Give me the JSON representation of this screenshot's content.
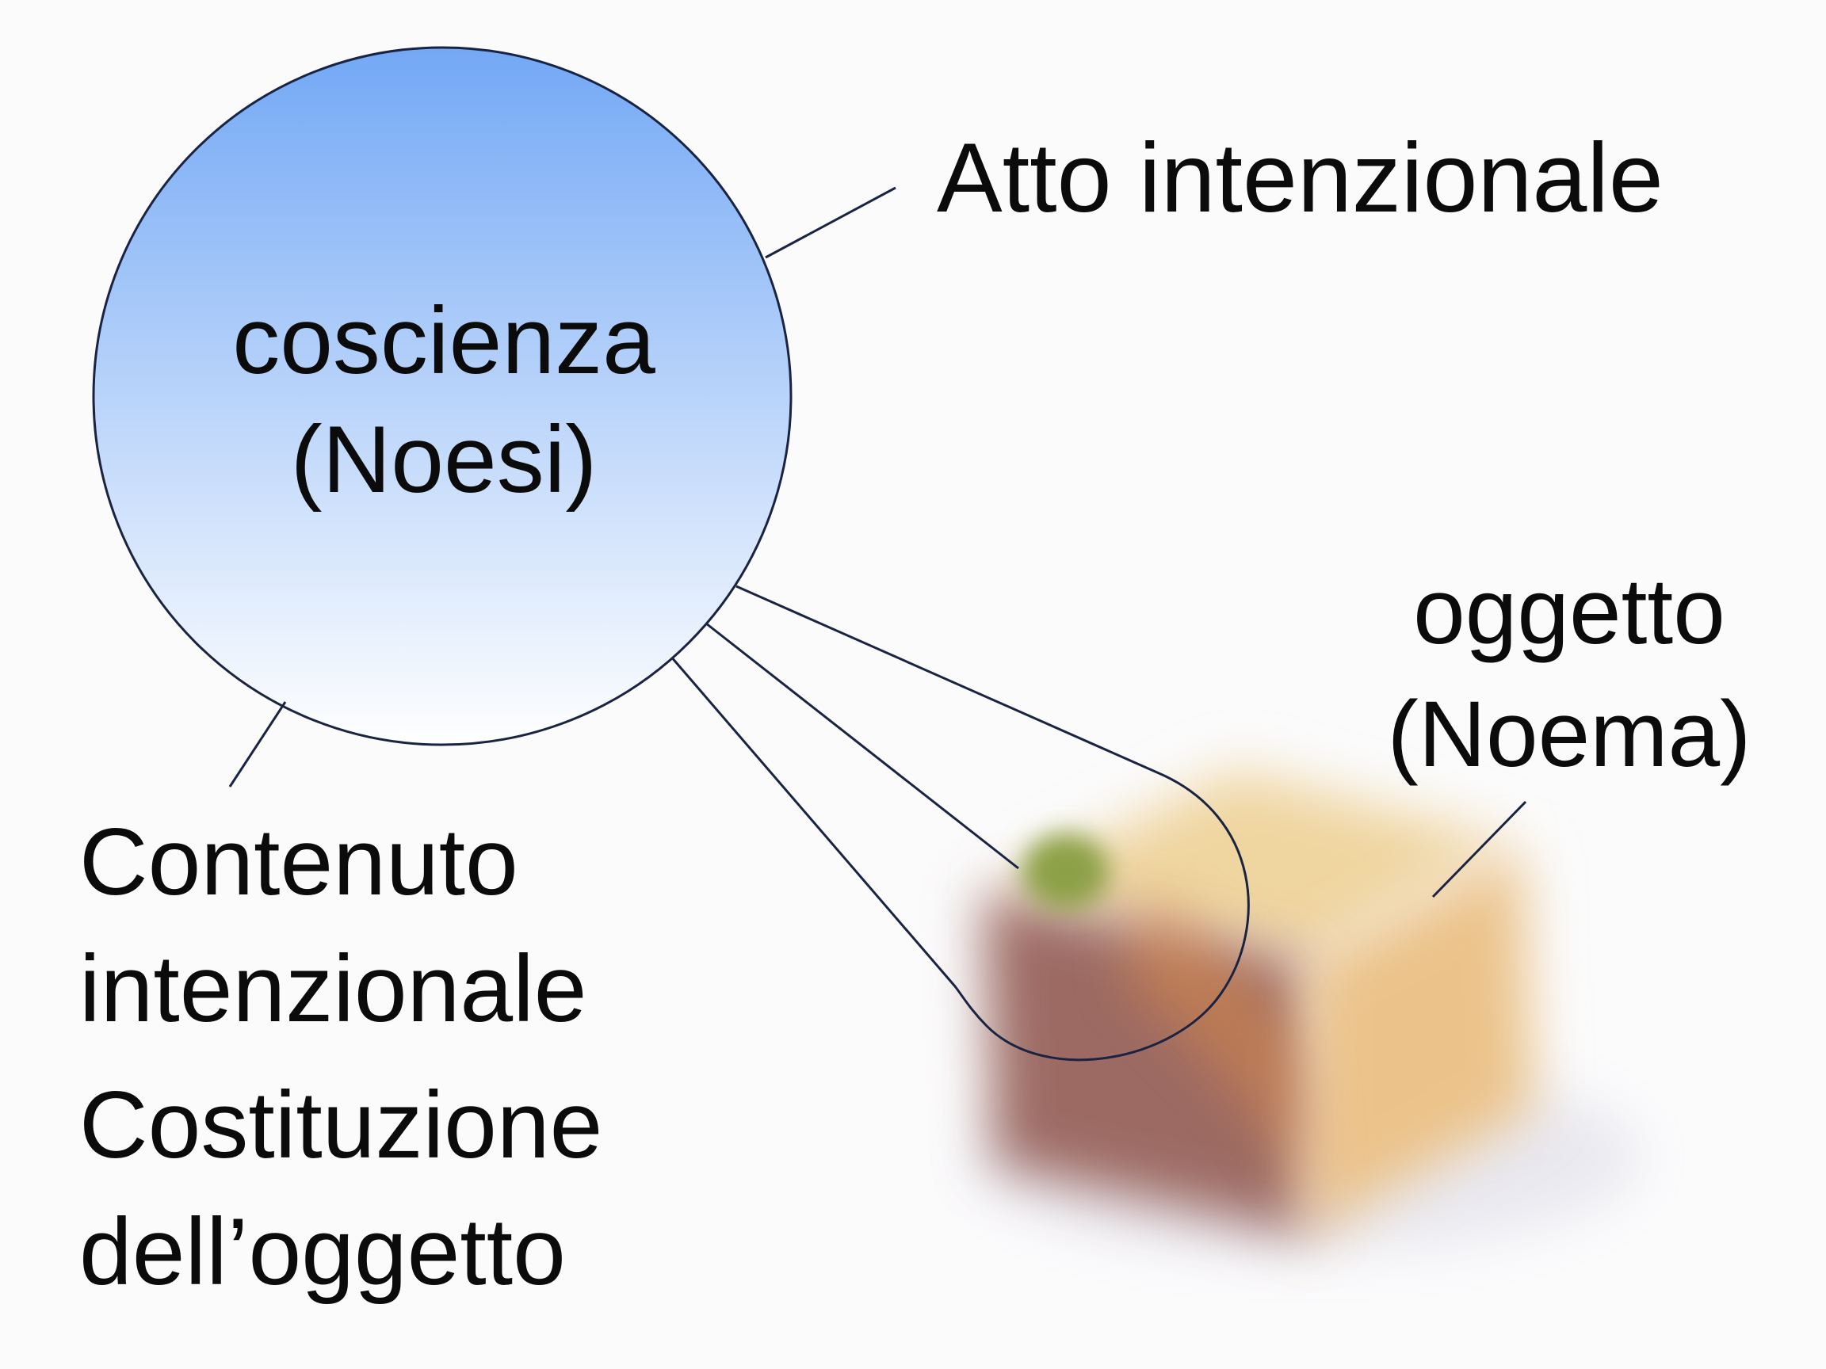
{
  "diagram": {
    "circle": {
      "line1": "coscienza",
      "line2": "(Noesi)",
      "gradient_top": "#73a8f5",
      "gradient_bottom": "#ffffff",
      "outline_color": "#1a2342"
    },
    "labels": {
      "atto": "Atto intenzionale",
      "oggetto_line1": "oggetto",
      "oggetto_line2": "(Noema)",
      "contenuto_line1": "Contenuto",
      "contenuto_line2": "intenzionale",
      "costituzione_line1": "Costituzione",
      "costituzione_line2": "dell’oggetto"
    },
    "object_image": {
      "icon": "blurred-object-photo",
      "colors": {
        "top": "#efd5a0",
        "left": "#9c6a64",
        "right": "#ebc38a",
        "stem": "#8ca046"
      }
    }
  }
}
